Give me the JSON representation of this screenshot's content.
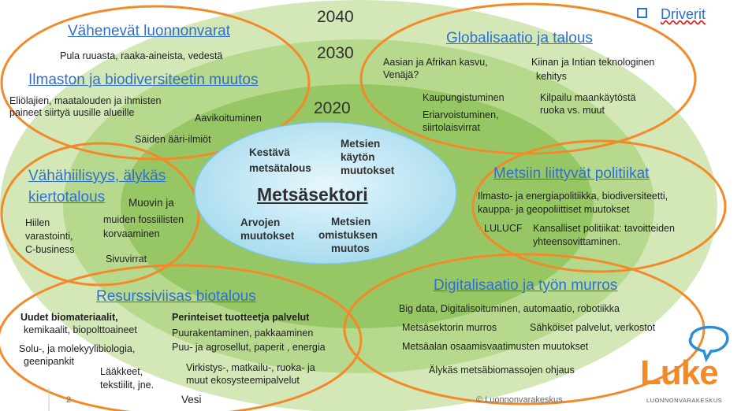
{
  "years": [
    "2040",
    "2030",
    "2020"
  ],
  "driverit": "Driverit",
  "center": {
    "title": "Metsäsektori",
    "top_left": [
      "Kestävä",
      "metsätalous"
    ],
    "top_right": [
      "Metsien",
      "käytön",
      "muutokset"
    ],
    "bottom_left": [
      "Arvojen",
      "muutokset"
    ],
    "bottom_right": [
      "Metsien",
      "omistuksen",
      "muutos"
    ]
  },
  "circles": {
    "vahenevat": {
      "heading": "Vähenevät luonnonvarat",
      "items": [
        "Pula ruuasta, raaka-aineista, vedestä"
      ]
    },
    "ilmasto": {
      "heading": "Ilmaston  ja biodiversiteetin muutos",
      "items": [
        "Eliölajien,  maatalouden ja ihmisten",
        "paineet siirtyä uusille alueille",
        "Aavikoituminen",
        "Säiden ääri-ilmiöt"
      ]
    },
    "globalisaatio": {
      "heading": "Globalisaatio ja talous",
      "items": [
        "Aasian ja Afrikan kasvu,",
        "Venäjä?",
        "Kiinan ja Intian teknologinen",
        "kehitys",
        "Kaupungistuminen",
        "Kilpailu  maankäytöstä",
        "ruoka vs.  muut",
        "Eriarvoistuminen,",
        "siirtolaisvirrat"
      ]
    },
    "vahahiilisyys": {
      "heading": [
        "Vähähiilisyys, älykäs",
        "kiertotalous"
      ],
      "items": [
        "Muovin ja",
        "muiden fossiilisten",
        "korvaaminen",
        "Hiilen",
        "varastointi,",
        "C-business",
        "Sivuvirrat"
      ]
    },
    "politiikat": {
      "heading": "Metsiin liittyvät politiikat",
      "items": [
        "Ilmasto-  ja energiapolitiikka,  biodiversiteetti,",
        "kauppa-  ja geopoliittiset  muutokset",
        "LULUCF",
        "Kansalliset politiikat:  tavoitteiden",
        "yhteensovittaminen."
      ]
    },
    "resurssiviisas": {
      "heading": "Resurssiviisas biotalous",
      "items": [
        "Uudet biomateriaalit,",
        "kemikaalit,  biopolttoaineet",
        "Perinteiset tuotteetja palvelut",
        "Puurakentaminen,  pakkaaminen",
        "Puu-  ja agrosellut, paperit , energia",
        "Solu-, ja molekyylibiologia,",
        "geenipankit",
        "Lääkkeet,",
        "tekstiilit,  jne.",
        "Virkistys-, matkailu-,  ruoka-  ja",
        "muut  ekosysteemipalvelut",
        "Vesi"
      ]
    },
    "digitalisaatio": {
      "heading": "Digitalisaatio ja työn murros",
      "items": [
        "Big data, Digitalisoituminen,   automaatio,  robotiikka",
        "Metsäsektorin murros",
        "Sähköiset palvelut,  verkostot",
        "Metsäalan osaamisvaatimusten muutokset",
        "Älykäs metsäbiomassojen ohjaus"
      ]
    }
  },
  "footer": {
    "page": "2",
    "copyright": "© Luonnonvarakeskus"
  },
  "logo": {
    "name": "Luke",
    "subtitle": "LUONNONVARAKESKUS"
  },
  "colors": {
    "orange": "#f28a2a",
    "green_outer": "#c9e2a5",
    "green_mid": "#a8d07a",
    "green_inner": "#8dc25d",
    "center_fill": "#c8ecf8",
    "heading_blue": "#2f6fd0",
    "logo_blue": "#2a8fd6"
  }
}
